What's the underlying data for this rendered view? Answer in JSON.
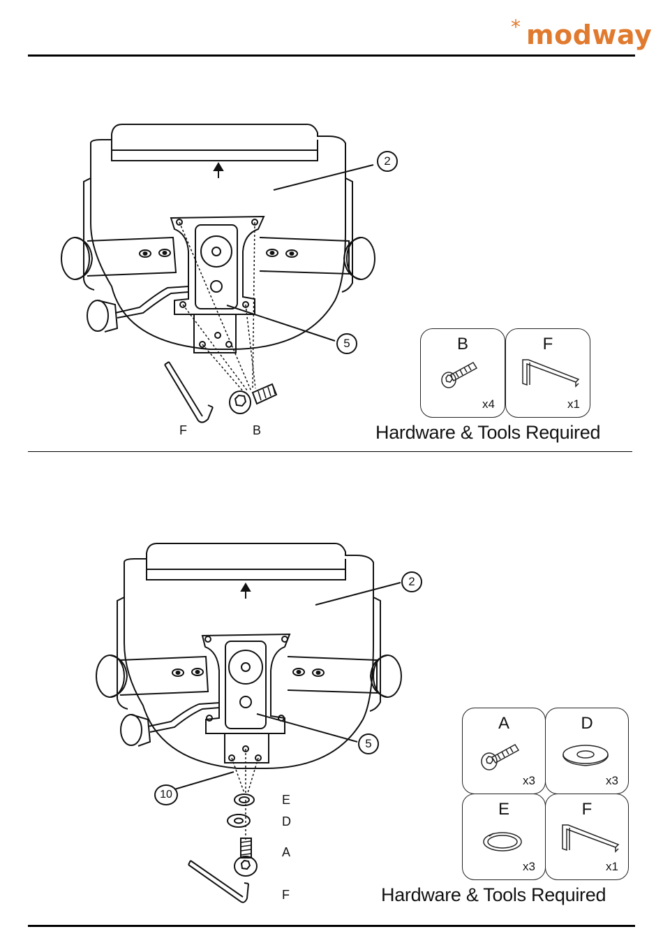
{
  "brand": {
    "star": "*",
    "name": "modway"
  },
  "step1": {
    "callouts": {
      "seat_back": "2",
      "mechanism": "5"
    },
    "part_labels": {
      "wrench": "F",
      "bolt": "B"
    },
    "hardware": {
      "title": "Hardware & Tools Required",
      "items": [
        {
          "letter": "B",
          "qty": "x4",
          "icon": "bolt-icon"
        },
        {
          "letter": "F",
          "qty": "x1",
          "icon": "allen-key-icon"
        }
      ]
    }
  },
  "step2": {
    "callouts": {
      "seat_back": "2",
      "mechanism": "5",
      "base_plate": "10"
    },
    "part_labels": {
      "lock_washer": "E",
      "flat_washer": "D",
      "bolt": "A",
      "wrench": "F"
    },
    "hardware": {
      "title": "Hardware & Tools Required",
      "items": [
        {
          "letter": "A",
          "qty": "x3",
          "icon": "bolt-icon"
        },
        {
          "letter": "D",
          "qty": "x3",
          "icon": "flat-washer-icon"
        },
        {
          "letter": "E",
          "qty": "x3",
          "icon": "split-washer-icon"
        },
        {
          "letter": "F",
          "qty": "x1",
          "icon": "allen-key-icon"
        }
      ]
    }
  }
}
